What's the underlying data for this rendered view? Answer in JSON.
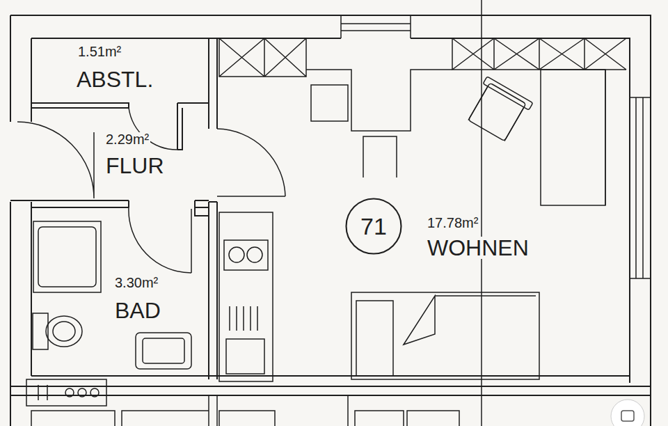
{
  "diagram": {
    "nodes": [
      {
        "text": [
          "1.51m²",
          "ABSTL."
        ]
      },
      {
        "text": [
          "2.29m²",
          "FLUR"
        ]
      },
      {
        "text": [
          "3.30m²",
          "BAD"
        ]
      },
      {
        "text": [
          "17.78m²",
          "WOHNEN"
        ]
      },
      {
        "text": [
          "71"
        ],
        "in": 3
      }
    ]
  }
}
